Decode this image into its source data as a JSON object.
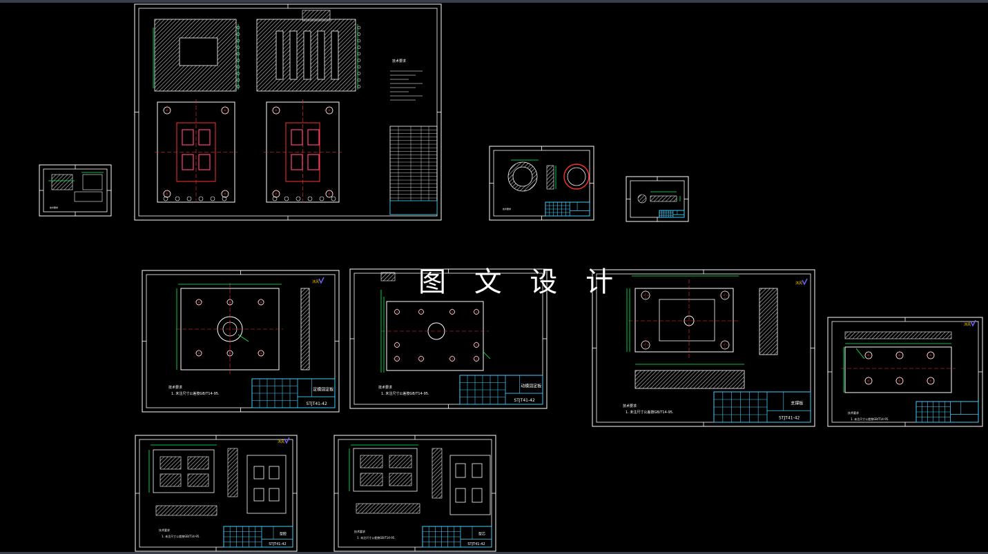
{
  "watermark": "图 文 设 计",
  "sheets": [
    {
      "id": "assembly-main",
      "notes_title": "技术要求",
      "part_name": "",
      "drawing_no": ""
    },
    {
      "id": "plate-1",
      "notes_title": "技术要求",
      "note_line": "1. 未注尺寸公差按GB/T14-95.",
      "part_name": "定模固定板",
      "drawing_no": "STJT41-42"
    },
    {
      "id": "plate-2",
      "notes_title": "技术要求",
      "note_line": "1. 未注尺寸公差按GB/T14-95.",
      "part_name": "动模固定板",
      "drawing_no": "STJT41-42"
    },
    {
      "id": "plate-3",
      "notes_title": "技术要求",
      "note_line": "1. 未注尺寸公差按GB/T14-95.",
      "part_name": "支撑板",
      "drawing_no": "STJT41-42"
    },
    {
      "id": "plate-4",
      "notes_title": "技术要求",
      "note_line": "1. 未注尺寸公差按GB/T14-95.",
      "part_name": "",
      "drawing_no": ""
    },
    {
      "id": "cavity-1",
      "notes_title": "技术要求",
      "note_line": "1. 未注尺寸公差按GB/T14-95.",
      "part_name": "型腔",
      "drawing_no": "STJT41-42"
    },
    {
      "id": "cavity-2",
      "notes_title": "技术要求",
      "note_line": "1. 未注尺寸公差按GB/T14-95.",
      "part_name": "型芯",
      "drawing_no": "STJT41-42"
    }
  ],
  "colors": {
    "background": "#000000",
    "frame": "#ffffff",
    "titleblock": "#3fd0ff",
    "dim": "#00ff66",
    "hatch": "#c8c8c8",
    "center": "#ff3030",
    "part": "#ff4080",
    "logo": "#7060ff"
  }
}
